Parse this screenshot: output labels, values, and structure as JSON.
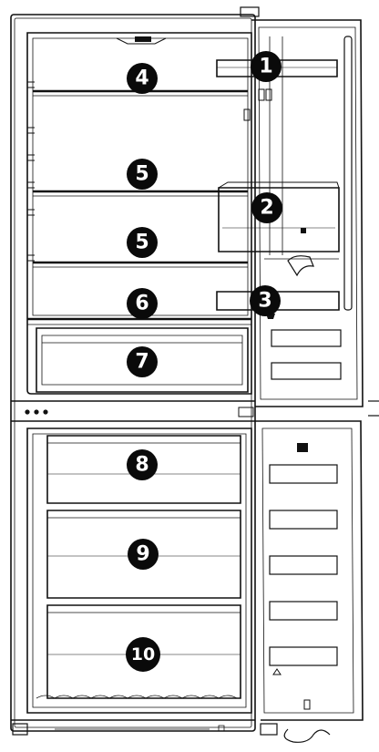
{
  "diagram": {
    "callouts": [
      {
        "id": "1",
        "label": "1",
        "target": "door-shelf-upper"
      },
      {
        "id": "2",
        "label": "2",
        "target": "door-bin-middle"
      },
      {
        "id": "3",
        "label": "3",
        "target": "door-shelf-lower"
      },
      {
        "id": "4",
        "label": "4",
        "target": "fridge-top-compartment"
      },
      {
        "id": "5a",
        "label": "5",
        "target": "glass-shelf-upper"
      },
      {
        "id": "5b",
        "label": "5",
        "target": "glass-shelf-lower"
      },
      {
        "id": "6",
        "label": "6",
        "target": "bottom-glass-shelf"
      },
      {
        "id": "7",
        "label": "7",
        "target": "crisper-drawer"
      },
      {
        "id": "8",
        "label": "8",
        "target": "freezer-drawer-top"
      },
      {
        "id": "9",
        "label": "9",
        "target": "freezer-drawer-middle"
      },
      {
        "id": "10",
        "label": "10",
        "target": "freezer-drawer-bottom"
      }
    ],
    "colors": {
      "line": "#111111",
      "callout_fill": "#0a0a0a",
      "callout_text": "#ffffff",
      "background": "#ffffff"
    }
  }
}
